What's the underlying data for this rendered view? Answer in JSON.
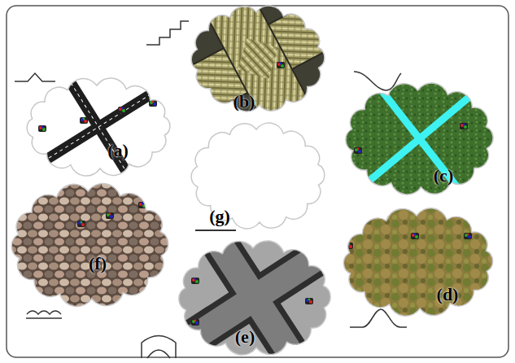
{
  "diagram": {
    "nodes": [
      {
        "text": [
          "(a)"
        ]
      },
      {
        "text": [
          "(b)"
        ]
      },
      {
        "text": [
          "(c)"
        ]
      },
      {
        "text": [
          "(d)"
        ]
      },
      {
        "text": [
          "(e)"
        ]
      },
      {
        "text": [
          "(f)"
        ]
      },
      {
        "text": [
          "(g)"
        ]
      }
    ]
  }
}
